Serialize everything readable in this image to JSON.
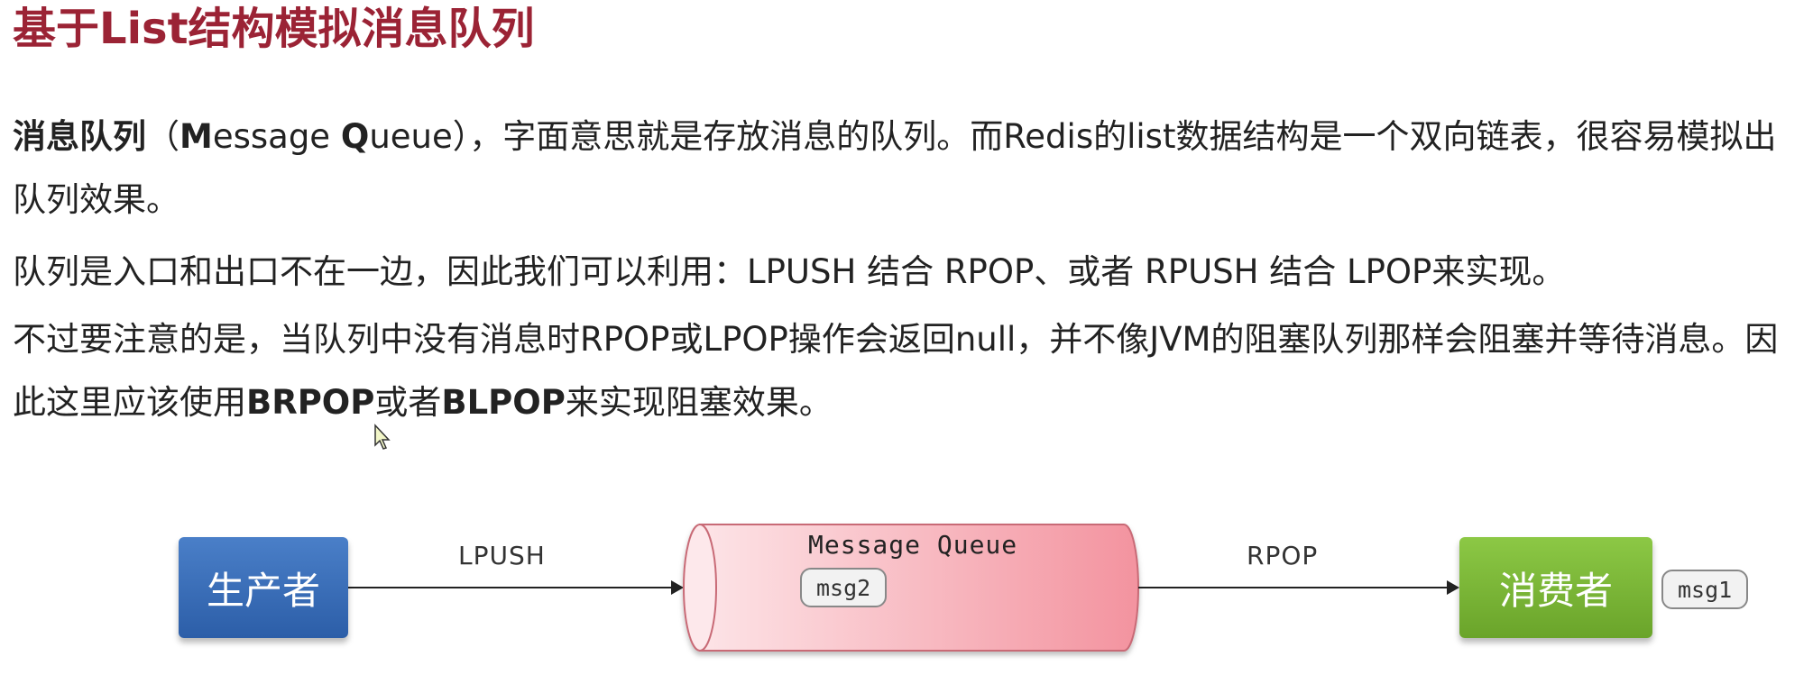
{
  "title": "基于List结构模拟消息队列",
  "paragraph1": {
    "term": "消息队列",
    "paren_open": "（",
    "m_letter": "M",
    "m_rest": "essage ",
    "q_letter": "Q",
    "q_rest": "ueue",
    "paren_close": "）",
    "text": "，字面意思就是存放消息的队列。而Redis的list数据结构是一个双向链表，很容易模拟出队列效果。"
  },
  "paragraph2": "队列是入口和出口不在一边，因此我们可以利用：LPUSH 结合 RPOP、或者 RPUSH 结合 LPOP来实现。",
  "paragraph3": {
    "text1": "不过要注意的是，当队列中没有消息时RPOP或LPOP操作会返回null，并不像JVM的阻塞队列那样会阻塞并等待消息。因此这里应该使用",
    "brpop": "BRPOP",
    "text2": "或者",
    "blpop": "BLPOP",
    "text3": "来实现阻塞效果。"
  },
  "diagram": {
    "producer": "生产者",
    "lpush": "LPUSH",
    "queue_title": "Message Queue",
    "msg2": "msg2",
    "rpop": "RPOP",
    "consumer": "消费者",
    "msg1": "msg1"
  },
  "colors": {
    "title": "#9b2335",
    "producer": "#3a6fb8",
    "consumer": "#7bb637",
    "queue": "#f4a6ae"
  }
}
